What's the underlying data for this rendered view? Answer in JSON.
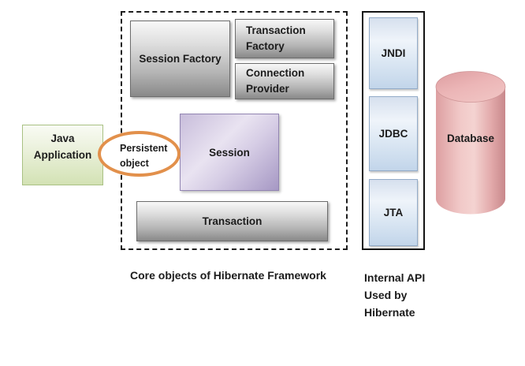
{
  "java_application": {
    "line1": "Java",
    "line2": "Application"
  },
  "persistent_object": {
    "line1": "Persistent",
    "line2": "object"
  },
  "core_framework": {
    "caption": "Core objects of Hibernate Framework",
    "session_factory": "Session Factory",
    "transaction_factory_line1": "Transaction",
    "transaction_factory_line2": "Factory",
    "connection_provider_line1": "Connection",
    "connection_provider_line2": "Provider",
    "session": "Session",
    "transaction": "Transaction"
  },
  "internal_api": {
    "caption_line1": "Internal API",
    "caption_line2": "Used by",
    "caption_line3": "Hibernate",
    "items": [
      {
        "label": "JNDI"
      },
      {
        "label": "JDBC"
      },
      {
        "label": "JTA"
      }
    ]
  },
  "database": {
    "label": "Database"
  },
  "colors": {
    "orange_ellipse": "#e2904b",
    "green_box": "#d3e2b4",
    "gray_box": "#898989",
    "purple_box": "#a698c4",
    "blue_box": "#c2d5ea",
    "pink_cylinder": "#e5a7a9"
  }
}
